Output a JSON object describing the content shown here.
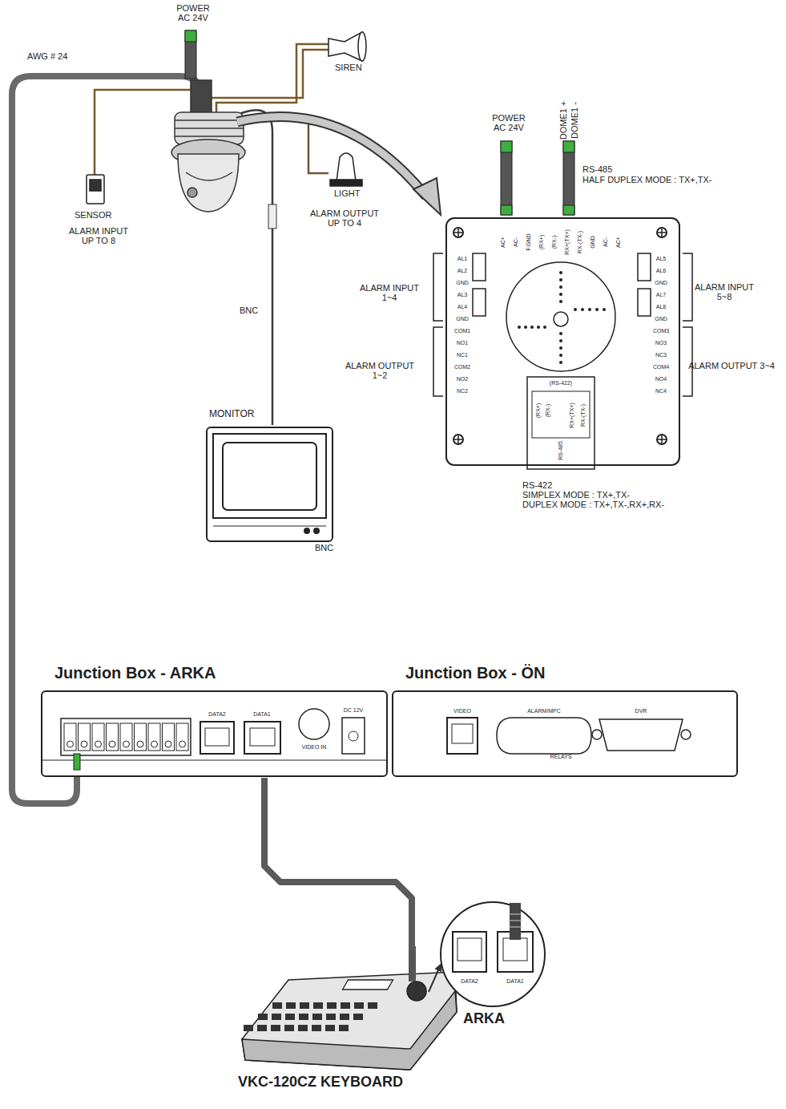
{
  "diagram": {
    "nodes": [
      {
        "text": [
          "Junction Box - ARKA"
        ]
      },
      {
        "text": [
          "Junction Box - ÖN"
        ]
      },
      {
        "text": [
          "MONITOR"
        ]
      },
      {
        "text": [
          "VKC-120CZ KEYBOARD"
        ]
      },
      {
        "text": [
          "ARKA"
        ]
      }
    ],
    "edges": [
      {
        "from": 0,
        "to": 3,
        "arrow": "none"
      },
      {
        "from": 3,
        "to": 4,
        "arrow": "to"
      }
    ],
    "labels": [
      "POWER AC 24V",
      "AWG # 24",
      "SIREN",
      "SENSOR",
      "ALARM INPUT UP TO 8",
      "LIGHT",
      "ALARM OUTPUT UP TO 4",
      "BNC",
      "BNC",
      "POWER AC 24V",
      "DOME1 +",
      "DOME1 -",
      "RS-485",
      "HALF DUPLEX MODE : TX+,TX-",
      "ALARM INPUT 1~4",
      "ALARM OUTPUT 1~2",
      "ALARM INPUT 5~8",
      "ALARM OUTPUT 3~4",
      "RS-422",
      "SIMPLEX MODE : TX+,TX-",
      "DUPLEX MODE : TX+,TX-,RX+,RX-",
      "AC+",
      "AC-",
      "F.GND",
      "(RX+)",
      "(RX-)",
      "RX+(TX+)",
      "RX-(TX-)",
      "GND",
      "AC-",
      "AC+",
      "AL1",
      "AL2",
      "GND",
      "AL3",
      "AL4",
      "GND",
      "COM1",
      "NO1",
      "NC1",
      "COM2",
      "NO2",
      "NC2",
      "AL5",
      "AL6",
      "GND",
      "AL7",
      "AL8",
      "GND",
      "COM3",
      "NO3",
      "NC3",
      "COM4",
      "NO4",
      "NC4",
      "(RS-422)",
      "(RX+)",
      "(RX-)",
      "RX+(TX+)",
      "RX-(TX-)",
      "RS-485",
      "DATA2",
      "DATA1",
      "VIDEO IN",
      "DC 12V",
      "VIDEO",
      "ALARM/MPC",
      "DVR",
      "RELAYS",
      "DATA2",
      "DATA1"
    ]
  }
}
